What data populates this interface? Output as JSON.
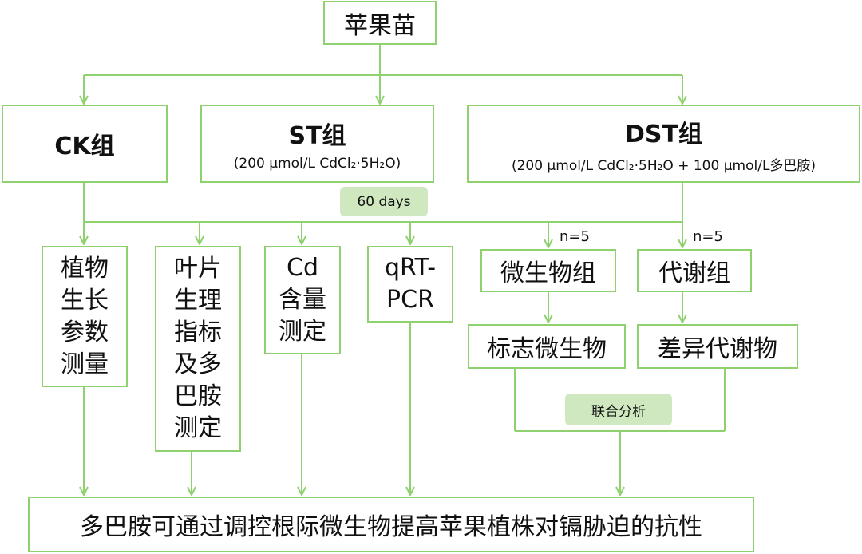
{
  "diagram": {
    "root": "苹果苗",
    "groups": {
      "ck": {
        "title": "CK组"
      },
      "st": {
        "title": "ST组",
        "condition": "(200 μmol/L CdCl₂·5H₂O)"
      },
      "dst": {
        "title": "DST组",
        "condition": "(200 μmol/L CdCl₂·5H₂O + 100 μmol/L多巴胺)"
      }
    },
    "duration": "60 days",
    "measurements": {
      "growth": "植物\n生长\n参数\n测量",
      "leaf": "叶片\n生理\n指标\n及多\n巴胺\n测定",
      "cd": "Cd\n含量\n测定",
      "qrt": "qRT-\nPCR",
      "micro": {
        "n_label": "n=5",
        "group": "微生物组",
        "result": "标志微生物"
      },
      "metab": {
        "n_label": "n=5",
        "group": "代谢组",
        "result": "差异代谢物"
      }
    },
    "joint_analysis": "联合分析",
    "conclusion": "多巴胺可通过调控根际微生物提高苹果植株对镉胁迫的抗性",
    "colors": {
      "line": "#8fd16f",
      "pill": "#cfe8bf"
    }
  }
}
